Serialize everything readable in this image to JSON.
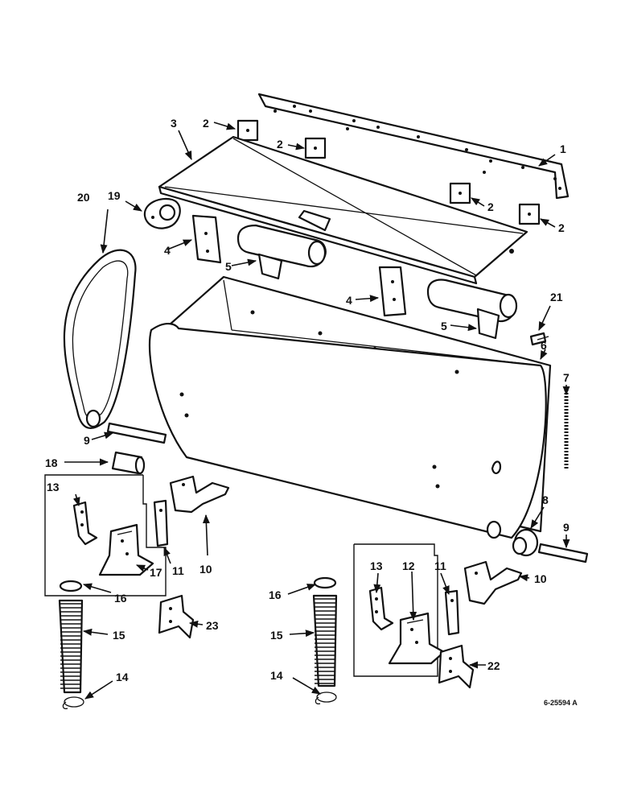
{
  "callouts": {
    "c1": "1",
    "c2a": "2",
    "c2b": "2",
    "c2c": "2",
    "c2d": "2",
    "c3": "3",
    "c4a": "4",
    "c4b": "4",
    "c5a": "5",
    "c5b": "5",
    "c6": "6",
    "c7": "7",
    "c8": "8",
    "c9a": "9",
    "c9b": "9",
    "c10a": "10",
    "c10b": "10",
    "c11a": "11",
    "c11b": "11",
    "c12": "12",
    "c13a": "13",
    "c13b": "13",
    "c14a": "14",
    "c14b": "14",
    "c15a": "15",
    "c15b": "15",
    "c16a": "16",
    "c16b": "16",
    "c17": "17",
    "c18": "18",
    "c19": "19",
    "c20": "20",
    "c21": "21",
    "c22": "22",
    "c23": "23"
  },
  "drawing_code": "6-25594 A"
}
